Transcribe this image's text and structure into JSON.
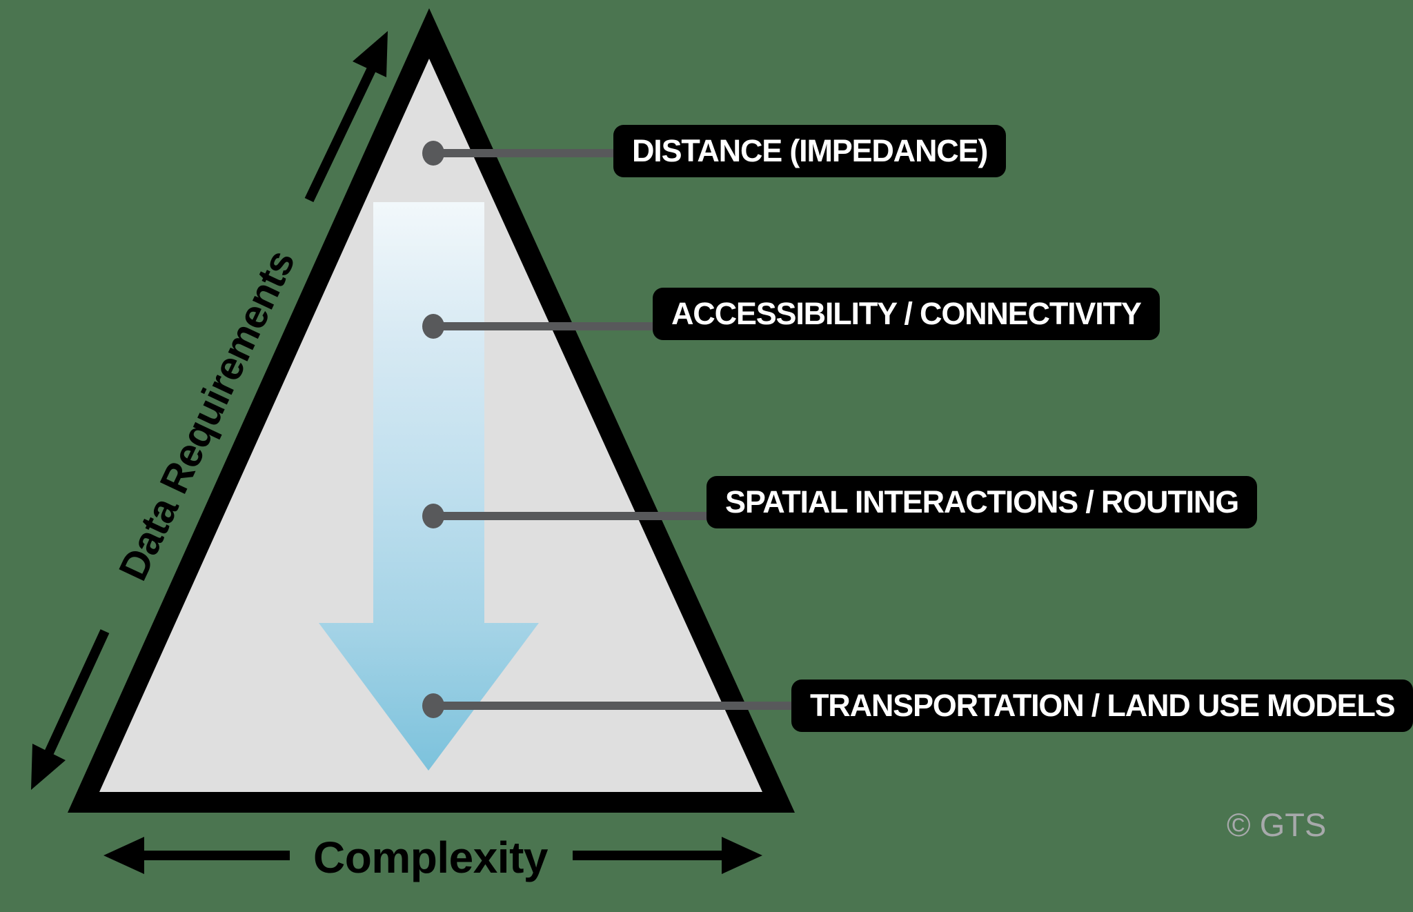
{
  "diagram": {
    "title_implicit": "Pyramid of spatial analysis methods",
    "background_color": "#4B7550",
    "pyramid": {
      "fill_color": "#DFDFDF",
      "border_color": "#000000",
      "connector_color": "#58595B",
      "label_bg_color": "#000000",
      "label_text_color": "#FFFFFF",
      "levels": [
        {
          "label": "DISTANCE (IMPEDANCE)"
        },
        {
          "label": "ACCESSIBILITY / CONNECTIVITY"
        },
        {
          "label": "SPATIAL INTERACTIONS / ROUTING"
        },
        {
          "label": "TRANSPORTATION / LAND USE MODELS"
        }
      ]
    },
    "gradient_arrow": {
      "direction": "down",
      "stops": [
        "#F2F8FB",
        "#D6E9F3",
        "#BFDFEE",
        "#A4D3E6",
        "#7CC2DC"
      ]
    },
    "axes": {
      "data_requirements": {
        "label": "Data Requirements",
        "color": "#000000",
        "direction": "double-headed, parallel to left edge"
      },
      "complexity": {
        "label": "Complexity",
        "color": "#000000",
        "direction": "double-headed, horizontal"
      }
    },
    "watermark": {
      "text": "© GTS",
      "color": "#A7A9AB"
    }
  }
}
